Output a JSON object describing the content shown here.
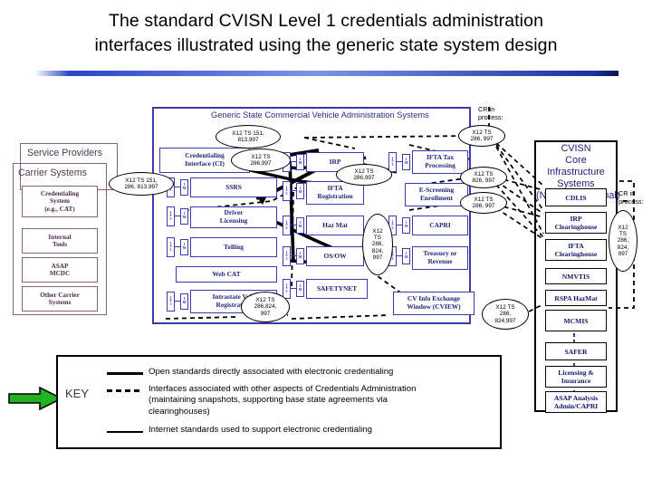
{
  "title": {
    "line1": "The standard CVISN Level 1 credentials administration",
    "line2": "interfaces illustrated using the generic state system design"
  },
  "panels": {
    "state_label": "Generic State Commercial Vehicle Administration Systems",
    "service_providers_label": "Service Providers",
    "carrier_systems_label": "Carrier Systems",
    "core_label": "CVISN\nCore Infrastructure\nSystems\n(National/Regional)"
  },
  "carrier_boxes": [
    {
      "id": "credentialing-system",
      "label": "Credentialing\nSystem\n(e.g., CAT)"
    },
    {
      "id": "internal-tools",
      "label": "Internal\nTools"
    },
    {
      "id": "asap-mcdc",
      "label": "ASAP\nMCDC"
    },
    {
      "id": "other-carrier-systems",
      "label": "Other Carrier\nSystems"
    }
  ],
  "state_boxes": [
    {
      "id": "credentialing-interface",
      "label": "Credentialing\nInterface (CI)"
    },
    {
      "id": "ssrs",
      "label": "SSRS"
    },
    {
      "id": "driver-licensing",
      "label": "Driver\nLicensing"
    },
    {
      "id": "tolling",
      "label": "Tolling"
    },
    {
      "id": "web-cat",
      "label": "Web CAT"
    },
    {
      "id": "intrastate-veh-registration",
      "label": "Intrastate Veh.\nRegistration"
    },
    {
      "id": "irp",
      "label": "IRP"
    },
    {
      "id": "ifta-registration",
      "label": "IFTA\nRegistration"
    },
    {
      "id": "haz-mat",
      "label": "Haz Mat"
    },
    {
      "id": "os-ow",
      "label": "OS/OW"
    },
    {
      "id": "safetynet",
      "label": "SAFETYNET"
    },
    {
      "id": "ifta-tax-processing",
      "label": "IFTA Tax\nProcessing"
    },
    {
      "id": "e-screening-enrollment",
      "label": "E-Screening\nEnrollment"
    },
    {
      "id": "capri",
      "label": "CAPRI"
    },
    {
      "id": "treasury-or-revenue",
      "label": "Treasury or\nRevenue"
    },
    {
      "id": "cview",
      "label": "CV Info Exchange\nWindow (CVIEW)"
    }
  ],
  "core_boxes": [
    {
      "id": "cdlis",
      "label": "CDLIS"
    },
    {
      "id": "irp-clearinghouse",
      "label": "IRP\nClearinghouse"
    },
    {
      "id": "ifta-clearinghouse",
      "label": "IFTA\nClearinghouse"
    },
    {
      "id": "nmvtis",
      "label": "NMVTIS"
    },
    {
      "id": "rspa-hazmat",
      "label": "RSPA HazMat"
    },
    {
      "id": "mcmis",
      "label": "MCMIS"
    },
    {
      "id": "safer",
      "label": "SAFER"
    },
    {
      "id": "licensing-insurance",
      "label": "Licensing &\nInsurance"
    },
    {
      "id": "asap-analysis",
      "label": "ASAP Analysis\nAdmin/CAPRI"
    }
  ],
  "ellipses": [
    {
      "id": "ell-cs-ci",
      "label": "X12 TS 151,\n286, 813,997"
    },
    {
      "id": "ell-ci-top",
      "label": "X12 TS 151,\n813,997"
    },
    {
      "id": "ell-ci-286",
      "label": "X12 TS\n286,997"
    },
    {
      "id": "ell-irp-ifta",
      "label": "X12 TS\n286,997"
    },
    {
      "id": "ell-center-vert",
      "label": "X12\nTS\n286,\n824,\n997"
    },
    {
      "id": "ell-bottom-center",
      "label": "X12 TS\n286,824,\n997"
    },
    {
      "id": "ell-cr-top",
      "label": "X12 TS\n286, 997"
    },
    {
      "id": "ell-right-1",
      "label": "X12 TS\n826, 997"
    },
    {
      "id": "ell-right-2",
      "label": "X12 TS\n286, 997"
    },
    {
      "id": "ell-right-3",
      "label": "X12 TS\n286,\n824,997"
    },
    {
      "id": "ell-core-right",
      "label": "X12\nTS\n286,\n824,\n997"
    }
  ],
  "notes": [
    {
      "id": "cr-in-process-top",
      "label": "CR in\nprocess:"
    },
    {
      "id": "cr-in-process-core",
      "label": "CR in\nprocess:"
    }
  ],
  "key": {
    "word": "KEY",
    "items": [
      {
        "style": "thick",
        "text": "Open standards directly associated with electronic credentialing"
      },
      {
        "style": "dashed",
        "text": "Interfaces associated with other aspects of Credentials Administration\n(maintaining snapshots, supporting base state agreements via\nclearinghouses)"
      },
      {
        "style": "thin",
        "text": "Internet standards used to support electronic credentialing"
      }
    ]
  },
  "multiplicity": {
    "left": "1\nS\n3",
    "right": "1\nM"
  },
  "colors": {
    "state_border": "#3b3bb0",
    "carrier_border": "#8b5f7a",
    "core_border": "#000000",
    "rule_accent": "#2b46c8",
    "arrow_green": "#22b222"
  }
}
